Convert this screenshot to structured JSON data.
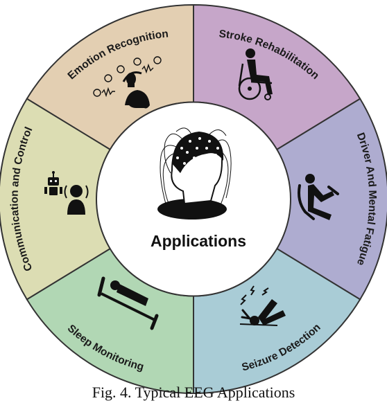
{
  "center": {
    "title": "Applications",
    "icon": "eeg-cap-head-icon"
  },
  "segments": [
    {
      "id": "emotion",
      "label": "Emotion Recognition",
      "color": "#e3cfb2",
      "icon": "emotion-recognition-icon"
    },
    {
      "id": "stroke",
      "label": "Stroke Rehabilitation",
      "color": "#c6a6c9",
      "icon": "wheelchair-icon"
    },
    {
      "id": "fatigue",
      "label": "Driver And Mental Fatigue",
      "color": "#aeacd0",
      "icon": "driver-icon"
    },
    {
      "id": "seizure",
      "label": "Seizure Detection",
      "color": "#a9ccd6",
      "icon": "seizure-icon"
    },
    {
      "id": "sleep",
      "label": "Sleep Monitoring",
      "color": "#b1d7b4",
      "icon": "bed-icon"
    },
    {
      "id": "communication",
      "label": "Communication and Control",
      "color": "#dcddb3",
      "icon": "robot-communication-icon"
    }
  ],
  "caption": "Fig. 4. Typical EEG Applications"
}
